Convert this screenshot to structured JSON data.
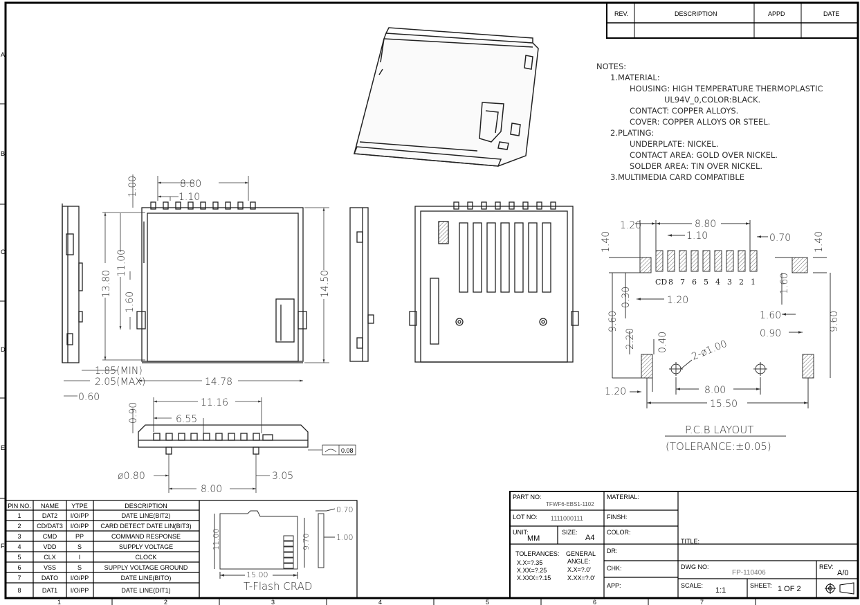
{
  "border": {
    "rows": [
      "A",
      "B",
      "C",
      "D",
      "E",
      "F"
    ],
    "cols": [
      "1",
      "2",
      "3",
      "4",
      "5",
      "6",
      "7"
    ]
  },
  "revision_block": {
    "headers": [
      "REV.",
      "DESCRIPTION",
      "APPD",
      "DATE"
    ]
  },
  "notes": [
    "NOTES:",
    "1.MATERIAL:",
    "HOUSING: HIGH TEMPERATURE THERMOPLASTIC",
    "UL94V_0,COLOR:BLACK.",
    "CONTACT: COPPER ALLOYS.",
    "COVER: COPPER ALLOYS OR STEEL.",
    "2.PLATING:",
    "UNDERPLATE: NICKEL.",
    "CONTACT AREA: GOLD OVER NICKEL.",
    "SOLDER AREA: TIN OVER NICKEL.",
    "3.MULTIMEDIA CARD COMPATIBLE"
  ],
  "front_view_dims": [
    "8.80",
    "1.10",
    "1.00",
    "13.80",
    "11.00",
    "1.60",
    "14.50",
    "1.85(MIN)",
    "2.05(MAX)",
    "0.60",
    "14.78"
  ],
  "bottom_view_dims": [
    "11.16",
    "6.55",
    "0.90",
    "ø0.80",
    "8.00",
    "3.05"
  ],
  "flatness": "0.08",
  "pcb_layout": {
    "dims": [
      "1.20",
      "8.80",
      "1.10",
      "0.70",
      "1.40",
      "1.40",
      "0.30",
      "1.20",
      "1.60",
      "1.60",
      "0.90",
      "9.60",
      "9.60",
      "2.20",
      "0.40",
      "2-ø1.00",
      "1.20",
      "8.00",
      "15.50"
    ],
    "pin_labels": [
      "CD",
      "8",
      "7",
      "6",
      "5",
      "4",
      "3",
      "2",
      "1"
    ],
    "title": "P.C.B LAYOUT",
    "tolerance": "(TOLERANCE:±0.05)"
  },
  "pin_table": {
    "headers": [
      "PIN NO.",
      "NAME",
      "YTPE",
      "DESCRIPTION"
    ],
    "rows": [
      [
        "1",
        "DAT2",
        "I/O/PP",
        "DATE LINE(BIT2)"
      ],
      [
        "2",
        "CD/DAT3",
        "I/O/PP",
        "CARD DETECT DATE LIN(BIT3)"
      ],
      [
        "3",
        "CMD",
        "PP",
        "COMMAND RESPONSE"
      ],
      [
        "4",
        "VDD",
        "S",
        "SUPPLY VOLTAGE"
      ],
      [
        "5",
        "CLX",
        "I",
        "CLOCK"
      ],
      [
        "6",
        "VSS",
        "S",
        "SUPPLY VOLTAGE GROUND"
      ],
      [
        "7",
        "DATO",
        "I/O/PP",
        "DATE LINE(BITO)"
      ],
      [
        "8",
        "DAT1",
        "I/O/PP",
        "DATE LINE(DIT1)"
      ]
    ]
  },
  "card": {
    "dims": [
      "11.00",
      "15.00",
      "9.70",
      "0.70",
      "1.00"
    ],
    "label": "T-Flash CRAD"
  },
  "title_block": {
    "part_no_label": "PART NO:",
    "part_no": "TFWF6-EBS1-1102",
    "lot_no_label": "LOT NO:",
    "lot_no": "1111000111",
    "unit_label": "UNIT:",
    "unit": "MM",
    "size_label": "SIZE:",
    "size": "A4",
    "tol_label": "TOLERANCES:",
    "tol1": "X.X=?.35",
    "tol2": "X.XX=?.25",
    "tol3": "X.XXX=?.15",
    "gen_label": "GENERAL",
    "angle_label": "ANGLE:",
    "ang1": "X.X=?.0'",
    "ang2": "X.XX=?.0'",
    "material": "MATERIAL:",
    "finish": "FINSH:",
    "color": "COLOR:",
    "dr": "DR:",
    "chk": "CHK:",
    "app": "APP:",
    "title_label": "TITLE:",
    "dwg_label": "DWG NO:",
    "dwg_no": "FP-110406",
    "rev_label": "REV:",
    "rev": "A/0",
    "scale_label": "SCALE:",
    "scale": "1:1",
    "sheet_label": "SHEET:",
    "sheet": "1 OF 2"
  }
}
